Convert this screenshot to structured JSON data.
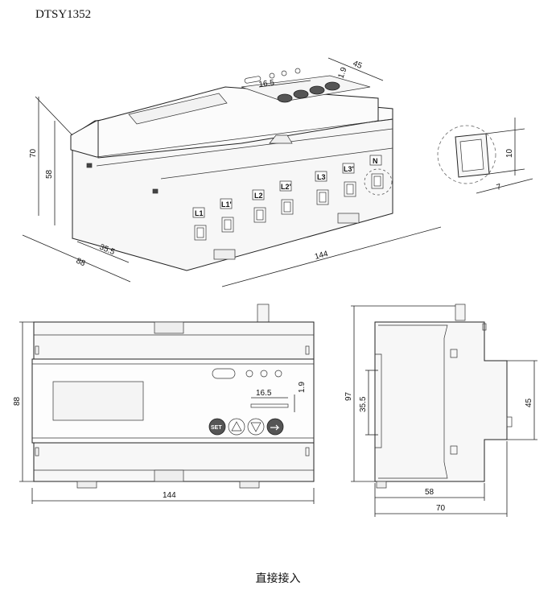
{
  "header": {
    "model": "DTSY1352"
  },
  "caption": "直接接入",
  "iso_view": {
    "dims": {
      "height_total": "70",
      "height_body": "58",
      "depth": "88",
      "rail": "35.5",
      "width": "144",
      "top_depth": "45",
      "button_pitch": "16.5",
      "button_gap": "1.9"
    },
    "terminals": [
      "L1",
      "L1'",
      "L2",
      "L2'",
      "L3",
      "L3'",
      "N"
    ]
  },
  "detail_view": {
    "dims": {
      "hole_h": "10",
      "hole_w": "7"
    }
  },
  "front_view": {
    "dims": {
      "height": "88",
      "width": "144",
      "button_pitch": "16.5",
      "button_gap": "1.9"
    },
    "buttons": [
      "SET",
      "up-arrow",
      "down-arrow",
      "enter"
    ]
  },
  "side_view": {
    "dims": {
      "height": "97",
      "rail": "35.5",
      "top_depth": "45",
      "depth_body": "58",
      "depth_total": "70"
    }
  }
}
